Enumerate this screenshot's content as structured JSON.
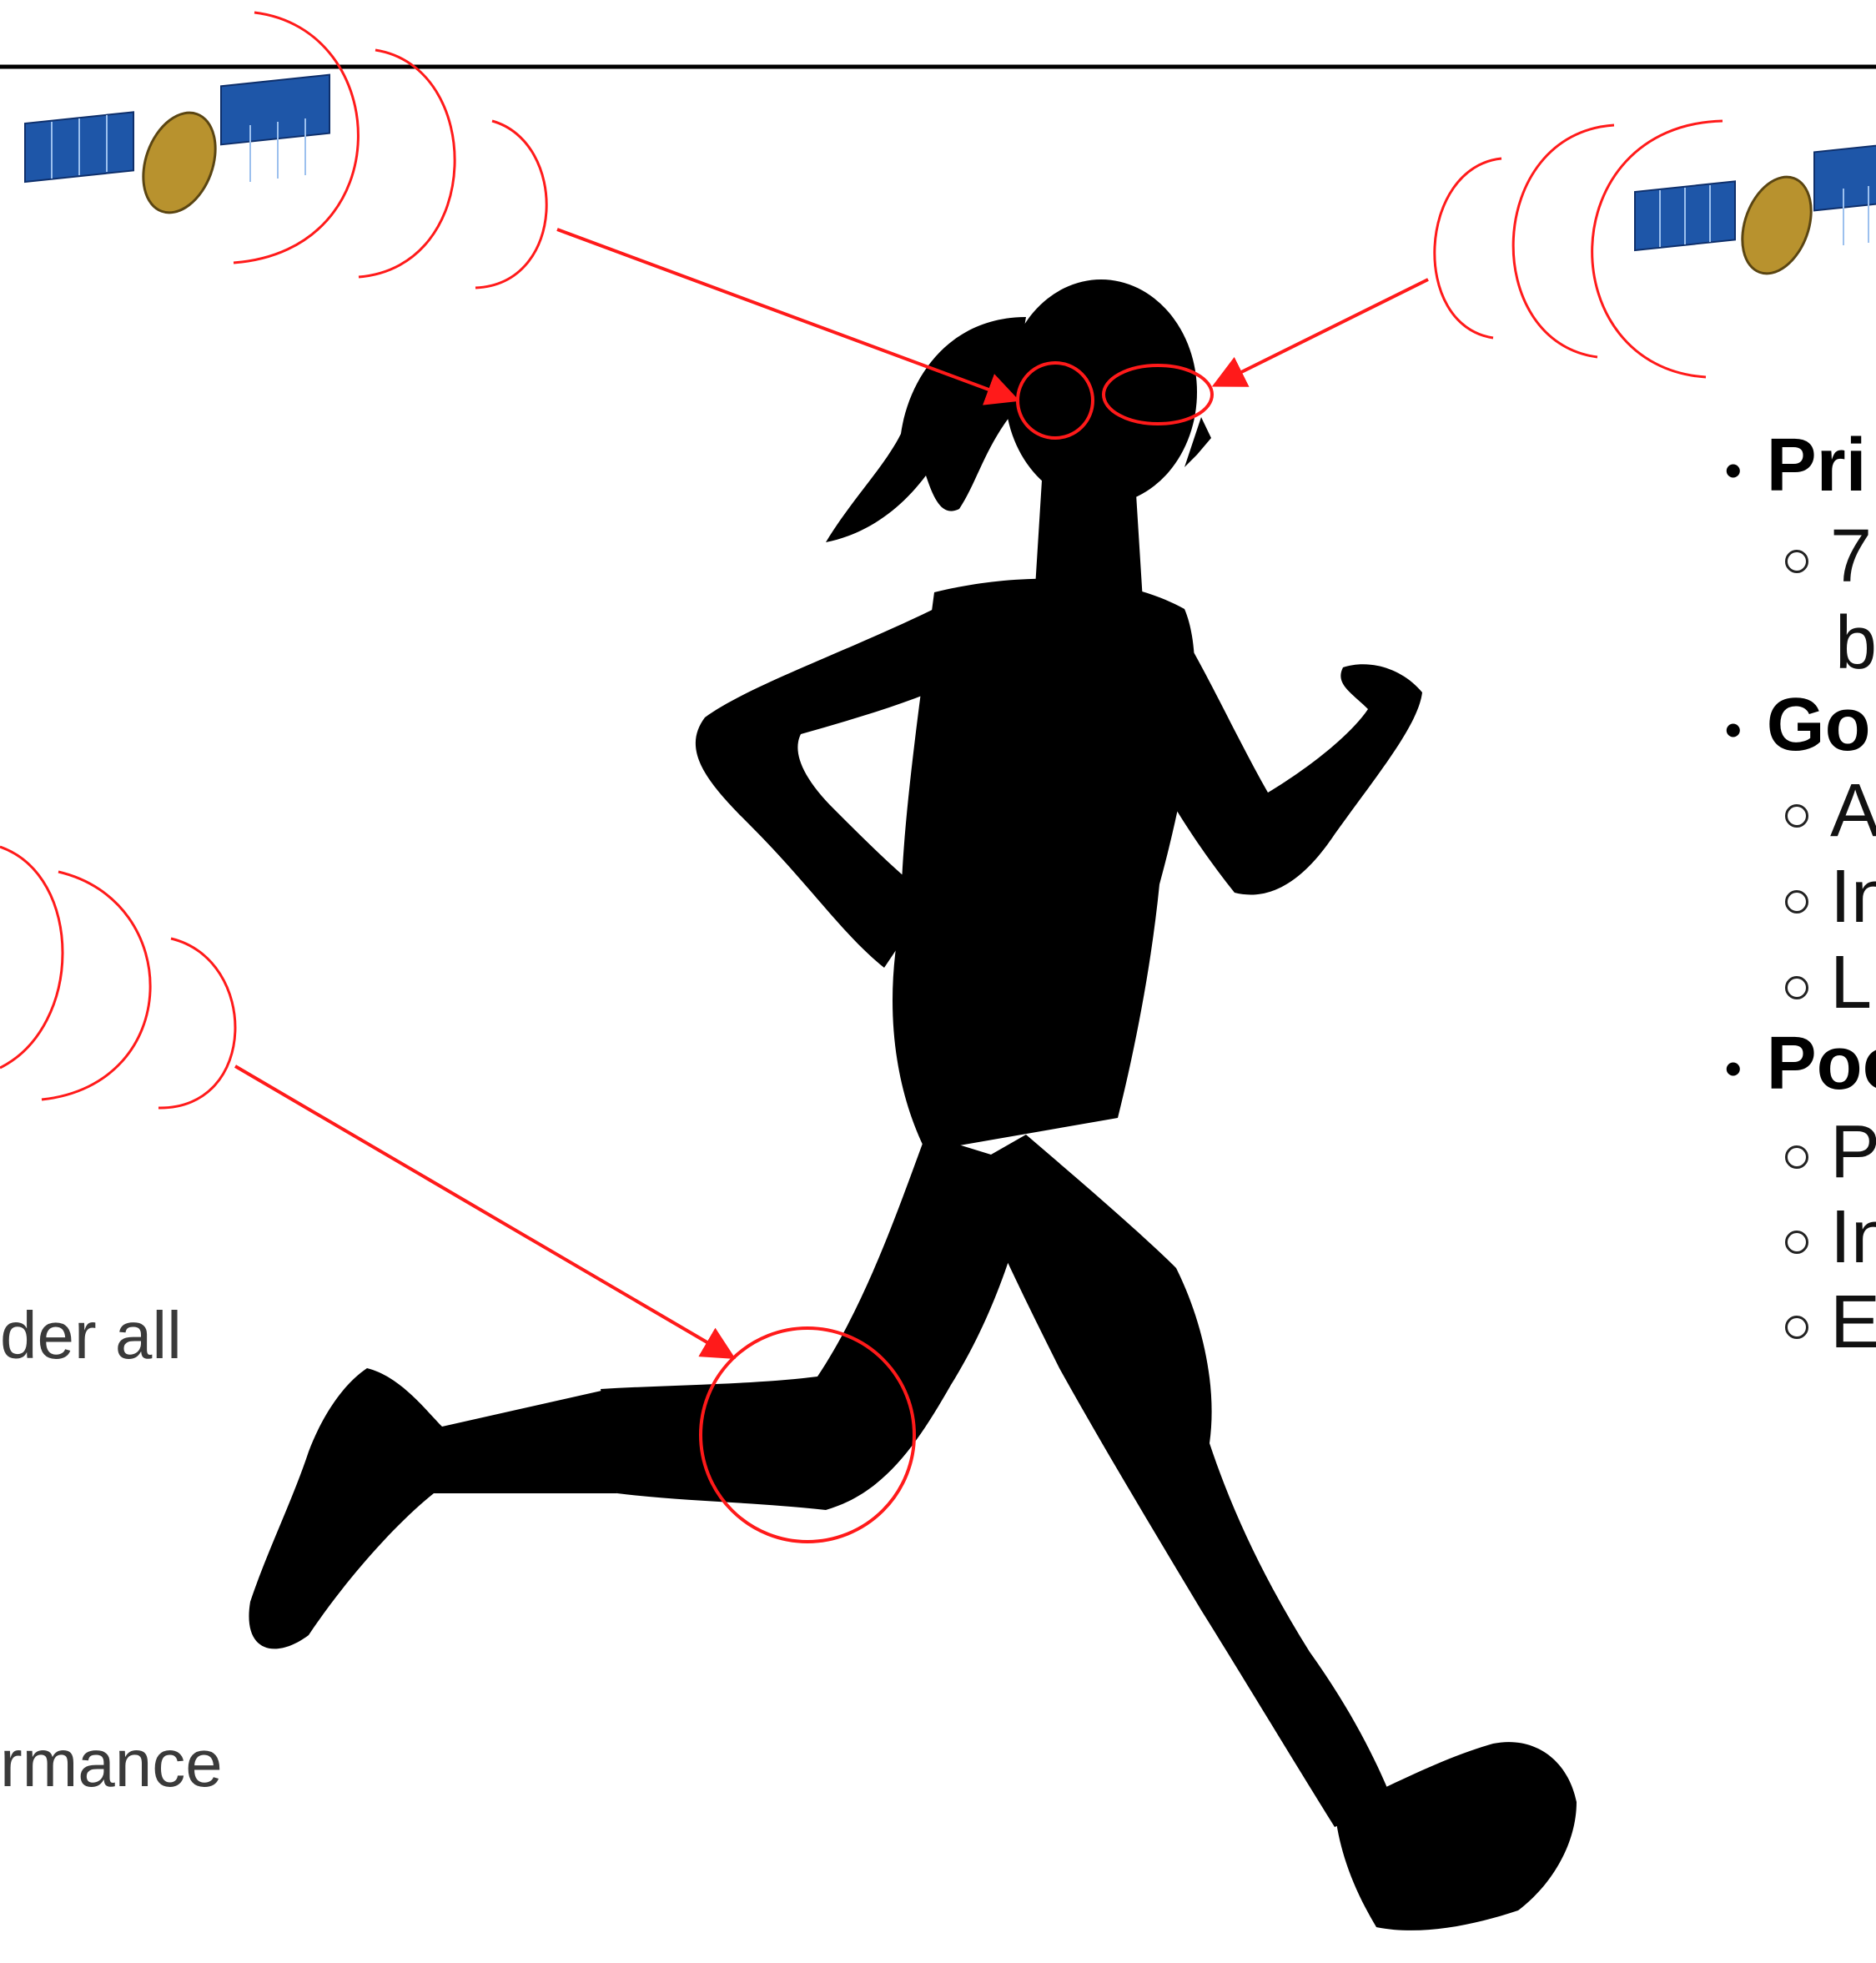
{
  "left_text": {
    "line1": "der all",
    "line2": "rmance"
  },
  "right_list": {
    "items": [
      {
        "label": "Pri"
      },
      {
        "label": "7",
        "continuation": "b"
      },
      {
        "label": "Go"
      },
      {
        "label": "A"
      },
      {
        "label": "In"
      },
      {
        "label": "L"
      },
      {
        "label": "Poo"
      },
      {
        "label": "P"
      },
      {
        "label": "In"
      },
      {
        "label": "E"
      }
    ]
  },
  "colors": {
    "signal": "#ff1a1a",
    "silhouette": "#000000",
    "satellite_panel": "#1e56a8",
    "satellite_body": "#b8922e"
  },
  "icons": [
    "satellite-icon",
    "runner-silhouette"
  ]
}
